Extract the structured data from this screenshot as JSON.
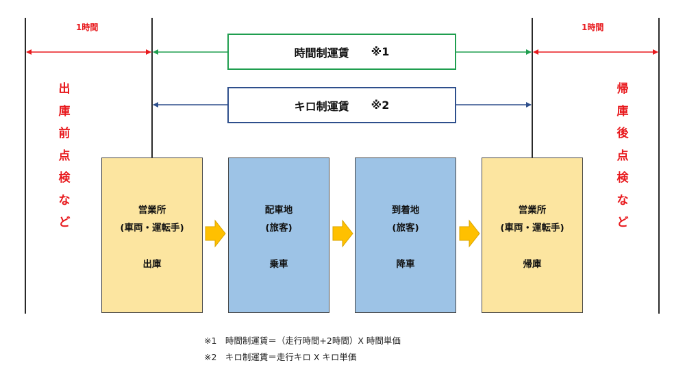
{
  "colors": {
    "red": "#e8191d",
    "green": "#1f9e4f",
    "blue": "#2e4f8c",
    "orange_box": "#fce5a0",
    "blue_box": "#9dc3e6",
    "chevron": "#ffc000"
  },
  "left_label": "1時間",
  "right_label": "1時間",
  "left_vertical": [
    "出",
    "庫",
    "前",
    "点",
    "検",
    "な",
    "ど"
  ],
  "right_vertical": [
    "帰",
    "庫",
    "後",
    "点",
    "検",
    "な",
    "ど"
  ],
  "time_fare": {
    "text": "時間制運賃",
    "mark": "※1"
  },
  "km_fare": {
    "text": "キロ制運賃",
    "mark": "※2"
  },
  "boxes": [
    {
      "title": "営業所",
      "sub": "(車両・運転手)",
      "action": "出庫",
      "color": "orange"
    },
    {
      "title": "配車地",
      "sub": "(旅客)",
      "action": "乗車",
      "color": "blue"
    },
    {
      "title": "到着地",
      "sub": "(旅客)",
      "action": "降車",
      "color": "blue"
    },
    {
      "title": "営業所",
      "sub": "(車両・運転手)",
      "action": "帰庫",
      "color": "orange"
    }
  ],
  "notes": [
    "※1　時間制運賃＝（走行時間+2時間）X 時間単価",
    "※2　キロ制運賃＝走行キロ X キロ単価"
  ]
}
